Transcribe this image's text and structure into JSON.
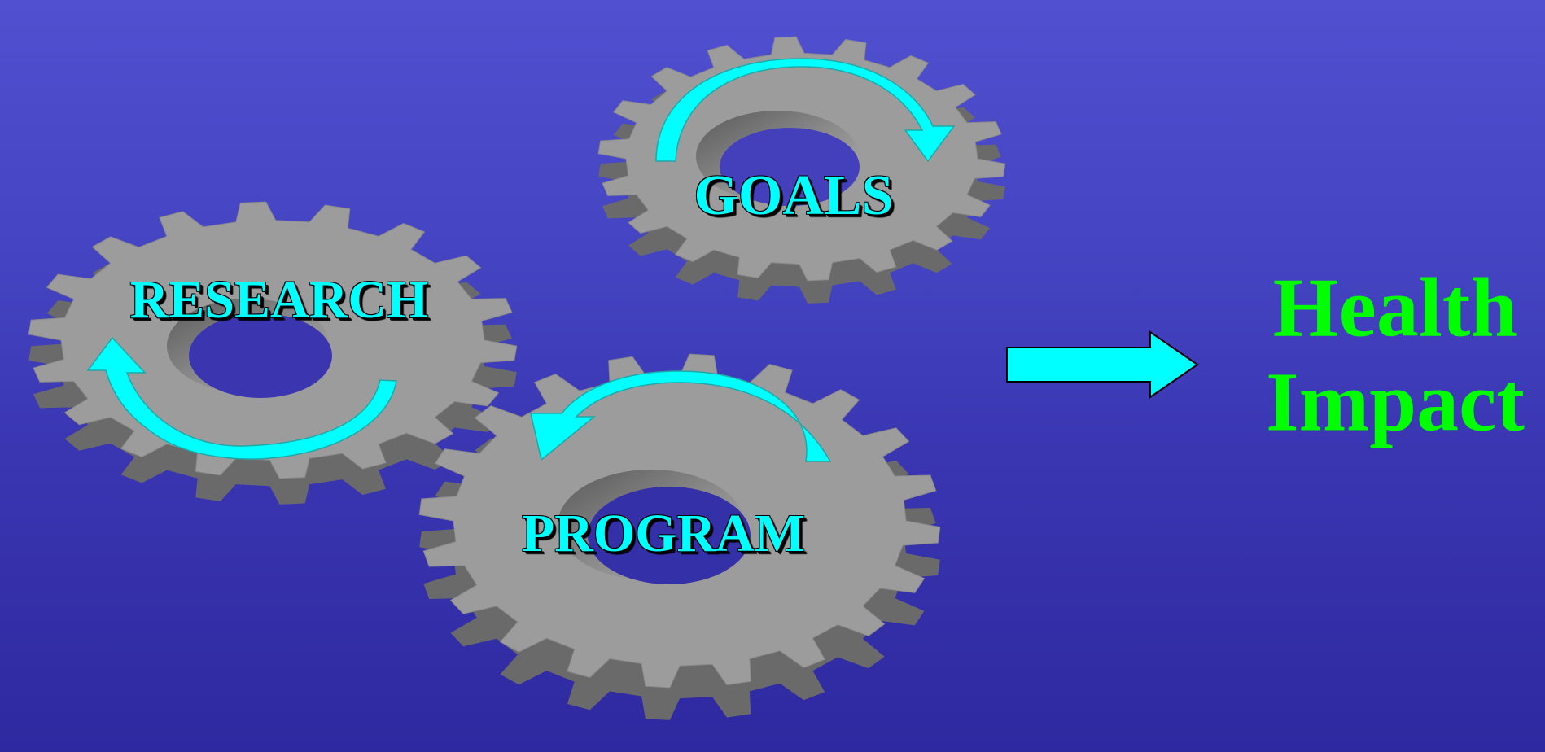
{
  "diagram": {
    "background_colors": [
      "#5050d0",
      "#2e299f"
    ],
    "gear_color": "#9c9c9c",
    "gear_shadow_color": "#6a6a6a",
    "arrow_color": "#00ffff",
    "gears": [
      {
        "id": "goals",
        "label": "GOALS",
        "rotation": "clockwise"
      },
      {
        "id": "research",
        "label": "RESEARCH",
        "rotation": "clockwise"
      },
      {
        "id": "program",
        "label": "PROGRAM",
        "rotation": "counterclockwise"
      }
    ],
    "result": {
      "line1": "Health",
      "line2": "Impact",
      "color": "#00ff00"
    }
  }
}
